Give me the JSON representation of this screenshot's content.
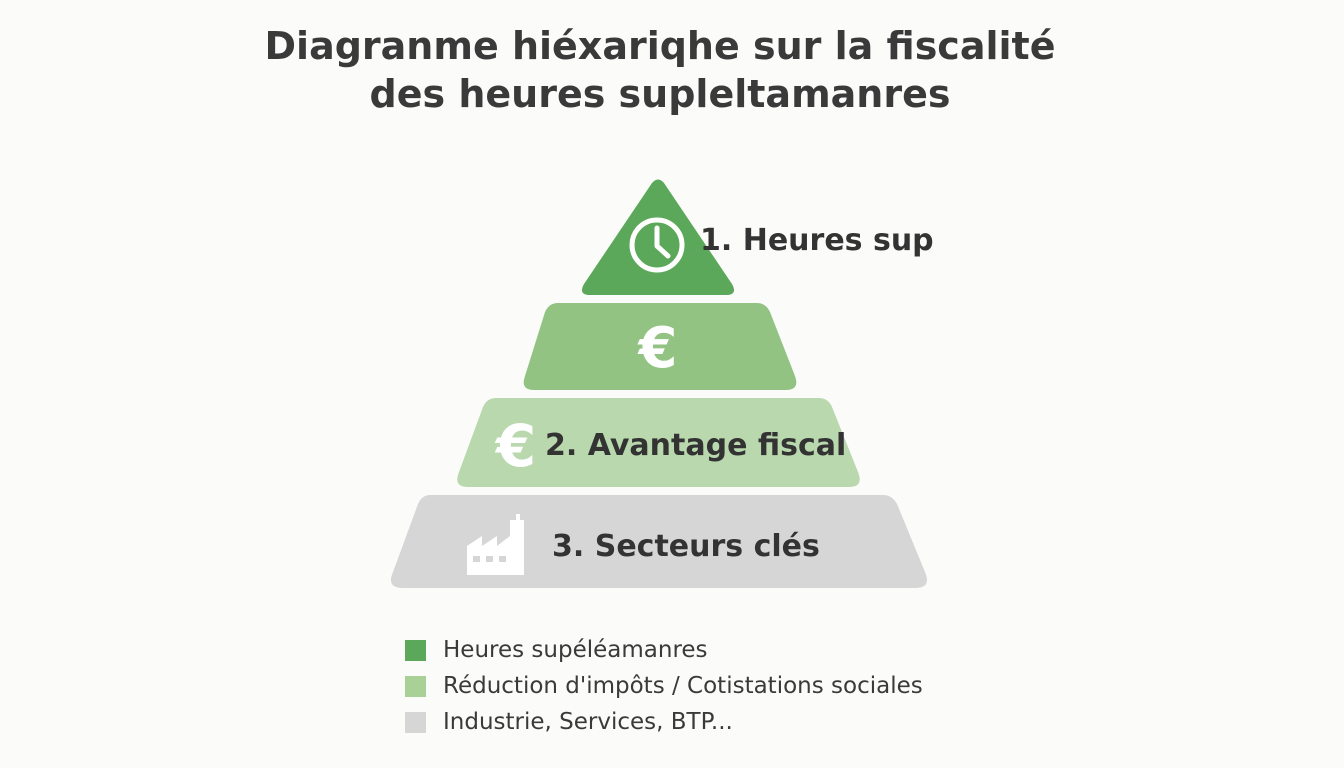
{
  "title": {
    "line1": "Diagranme hiéxariqhe sur la fiscalité",
    "line2": "des heures supleltamanres"
  },
  "tiers": [
    {
      "label": "1. Heures sup",
      "icon": "clock-icon",
      "color": "#5ca85a"
    },
    {
      "label": "",
      "icon": "euro-icon",
      "color": "#93c383"
    },
    {
      "label": "2. Avantage fiscal",
      "icon": "euro-icon",
      "color": "#b9d8ad"
    },
    {
      "label": "3. Secteurs clés",
      "icon": "factory-icon",
      "color": "#d6d6d6"
    }
  ],
  "legend": [
    {
      "label": "Heures supéléamanres",
      "color": "#5ca85a"
    },
    {
      "label": "Réduction d'impôts / Cotistations sociales",
      "color": "#a9d096"
    },
    {
      "label": "Industrie, Services, BTP...",
      "color": "#d6d6d6"
    }
  ]
}
